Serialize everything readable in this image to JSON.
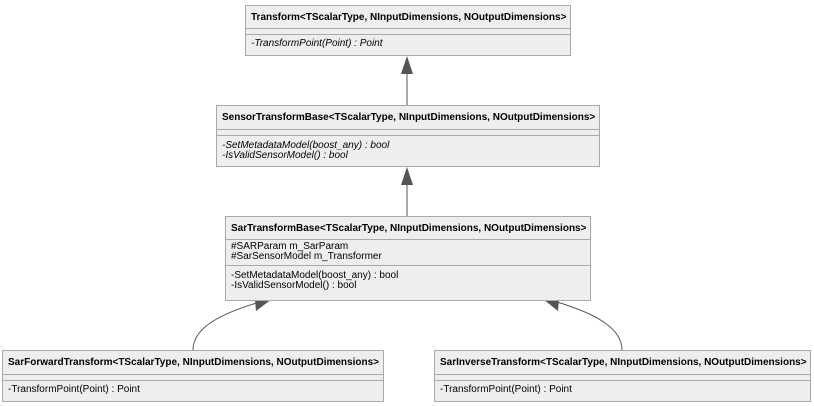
{
  "classes": {
    "transform": {
      "name": "Transform<TScalarType, NInputDimensions, NOutputDimensions>",
      "attributes": [],
      "operations": [
        "-TransformPoint(Point) : Point"
      ]
    },
    "sensor": {
      "name": "SensorTransformBase<TScalarType, NInputDimensions, NOutputDimensions>",
      "attributes": [],
      "operations": [
        "-SetMetadataModel(boost_any) : bool",
        "-IsValidSensorModel() : bool"
      ]
    },
    "sar": {
      "name": "SarTransformBase<TScalarType, NInputDimensions, NOutputDimensions>",
      "attributes": [
        "#SARParam m_SarParam",
        "#SarSensorModel m_Transformer"
      ],
      "operations": [
        "-SetMetadataModel(boost_any) : bool",
        "-IsValidSensorModel() : bool"
      ]
    },
    "forward": {
      "name": "SarForwardTransform<TScalarType, NInputDimensions, NOutputDimensions>",
      "attributes": [],
      "operations": [
        "-TransformPoint(Point) : Point"
      ]
    },
    "inverse": {
      "name": "SarInverseTransform<TScalarType, NInputDimensions, NOutputDimensions>",
      "attributes": [],
      "operations": [
        "-TransformPoint(Point) : Point"
      ]
    }
  },
  "colors": {
    "box_fill": "#eeeeee",
    "box_border": "#a9a9a9",
    "edge": "#555555"
  }
}
